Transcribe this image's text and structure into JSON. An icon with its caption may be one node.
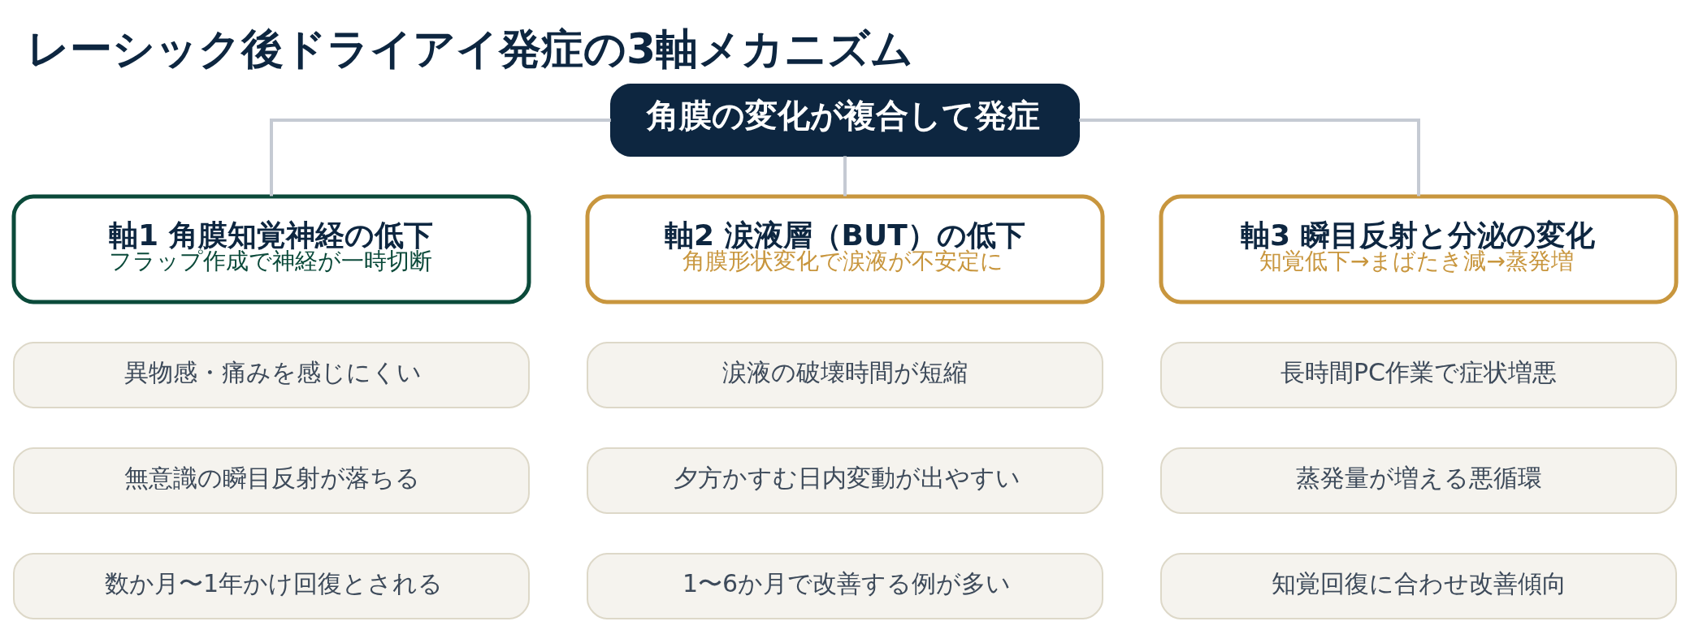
{
  "diagram": {
    "title": "レーシック後ドライアイ発症の3軸メカニズム",
    "nodes": [
      {
        "text": [
          "角膜の変化が複合して発症"
        ]
      },
      {
        "text": [
          "軸1 角膜知覚神経の低下",
          "フラップ作成で神経が一時切断"
        ]
      },
      {
        "text": [
          "軸2 涙液層（BUT）の低下",
          "角膜形状変化で涙液が不安定に"
        ]
      },
      {
        "text": [
          "軸3 瞬目反射と分泌の変化",
          "知覚低下→まばたき減→蒸発増"
        ]
      },
      {
        "text": [
          "異物感・痛みを感じにくい"
        ]
      },
      {
        "text": [
          "涙液の破壊時間が短縮"
        ]
      },
      {
        "text": [
          "長時間PC作業で症状増悪"
        ]
      },
      {
        "text": [
          "無意識の瞬目反射が落ちる"
        ]
      },
      {
        "text": [
          "夕方かすむ日内変動が出やすい"
        ]
      },
      {
        "text": [
          "蒸発量が増える悪循環"
        ]
      },
      {
        "text": [
          "数か月〜1年かけ回復とされる"
        ]
      },
      {
        "text": [
          "1〜6か月で改善する例が多い"
        ]
      },
      {
        "text": [
          "知覚回復に合わせ改善傾向"
        ]
      }
    ],
    "edges": [
      {
        "from": 0,
        "to": 1,
        "arrow": "none"
      },
      {
        "from": 0,
        "to": 2,
        "arrow": "none"
      },
      {
        "from": 0,
        "to": 3,
        "arrow": "none"
      }
    ]
  }
}
